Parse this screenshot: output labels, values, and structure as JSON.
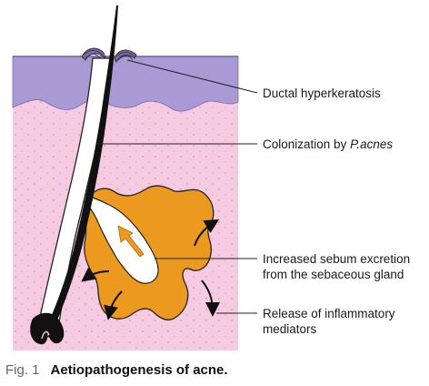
{
  "labels": {
    "hyperkeratosis": "Ductal hyperkeratosis",
    "colonization_prefix": "Colonization by ",
    "colonization_organism": "P.acnes",
    "sebum_line1": "Increased sebum excretion",
    "sebum_line2": "from the  sebaceous gland",
    "inflammatory_line1": "Release of inflammatory",
    "inflammatory_line2": "mediators"
  },
  "caption": {
    "figure": "Fig. 1",
    "title": "Aetiopathogenesis of acne."
  },
  "colors": {
    "epidermis": "#a99ad6",
    "dermis": "#f6cbe1",
    "gland": "#eb9a1f",
    "hair": "#111111",
    "leader": "#222222"
  }
}
